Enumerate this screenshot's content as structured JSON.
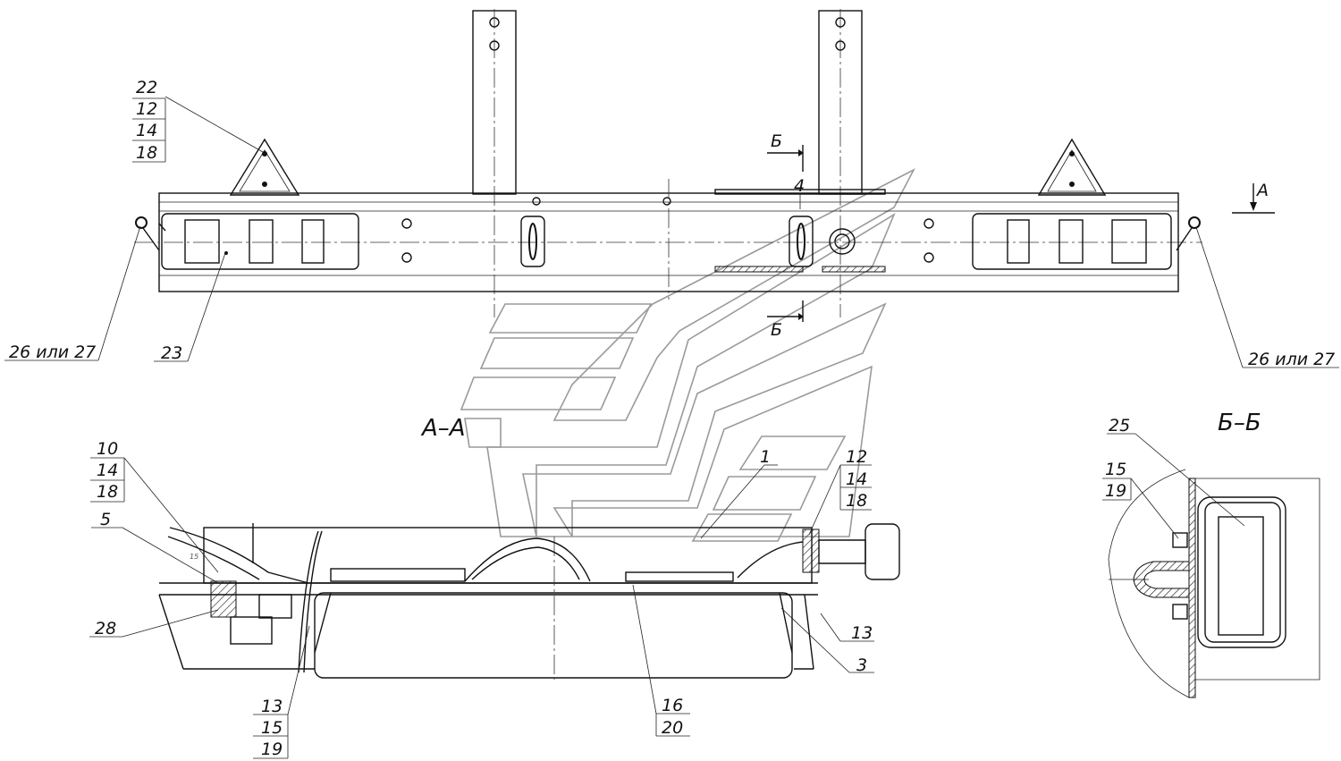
{
  "sections": {
    "aa": "А–А",
    "bb": "Б–Б",
    "arrow_b_top": "Б",
    "arrow_b_bottom": "Б",
    "arrow_a": "А"
  },
  "callouts": {
    "c22": "22",
    "c12a": "12",
    "c14a": "14",
    "c18a": "18",
    "c4": "4",
    "c26left": "26 или 27",
    "c23": "23",
    "c26right": "26 или 27",
    "c10": "10",
    "c14b": "14",
    "c18b": "18",
    "c5": "5",
    "c28": "28",
    "c13a": "13",
    "c15a": "15",
    "c19a": "19",
    "c1": "1",
    "c12b": "12",
    "c14c": "14",
    "c18c": "18",
    "c13b": "13",
    "c3": "3",
    "c16": "16",
    "c20": "20",
    "c25": "25",
    "c15b": "15",
    "c19b": "19",
    "c15tiny": "15"
  }
}
